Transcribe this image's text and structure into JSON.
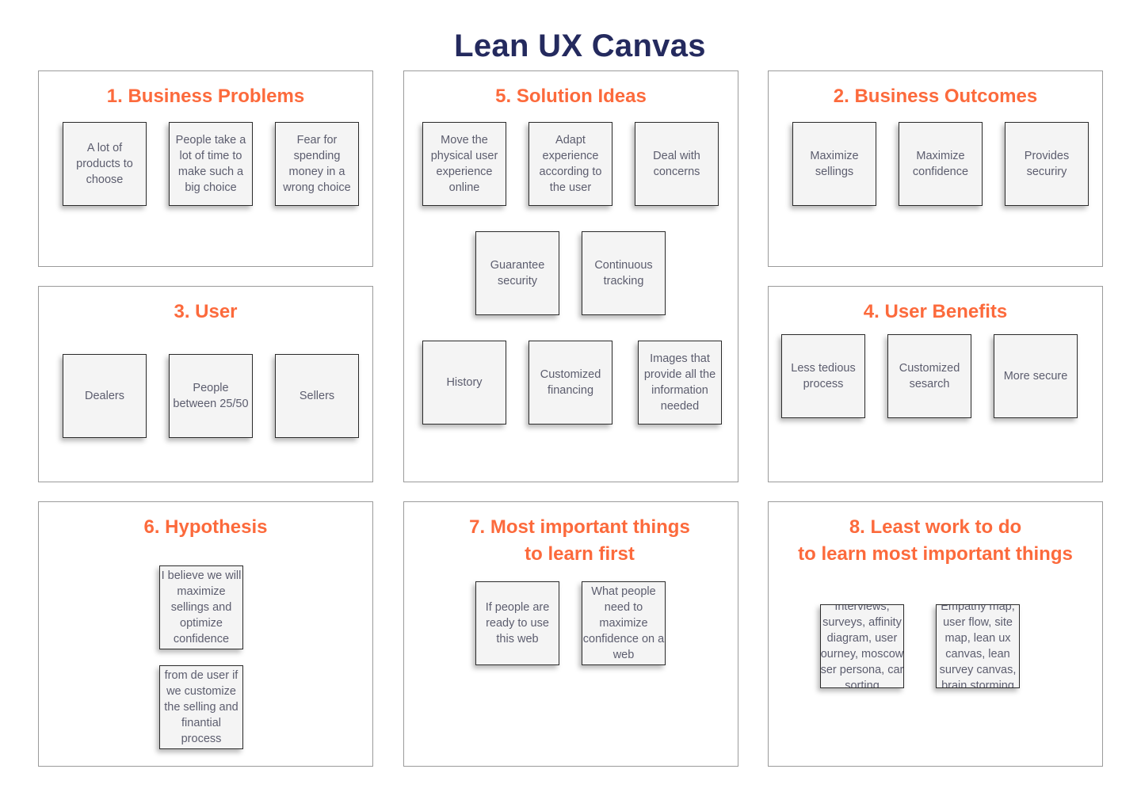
{
  "canvas": {
    "title": "Lean UX Canvas",
    "colors": {
      "title": "#242a5e",
      "section_heading": "#fc6a3c",
      "note_text": "#5c5d6e",
      "note_fill": "#f4f4f4",
      "panel_border": "#9b9b9b"
    }
  },
  "sections": {
    "business_problems": {
      "heading": "1. Business Problems",
      "notes": [
        "A lot of\nproducts to\nchoose",
        "People take a\nlot of time to\nmake such a\nbig choice",
        "Fear for\nspending\nmoney in a\nwrong choice"
      ]
    },
    "business_outcomes": {
      "heading": "2. Business Outcomes",
      "notes": [
        "Maximize\nsellings",
        "Maximize\nconfidence",
        "Provides\nsecuriry"
      ]
    },
    "user": {
      "heading": "3. User",
      "notes": [
        "Dealers",
        "People\nbetween 25/50",
        "Sellers"
      ]
    },
    "user_benefits": {
      "heading": "4. User Benefits",
      "notes": [
        "Less tedious\nprocess",
        "Customized\nsesarch",
        "More secure"
      ]
    },
    "solution_ideas": {
      "heading": "5. Solution Ideas",
      "notes": [
        "Move the\nphysical user\nexperience\nonline",
        "Adapt\nexperience\naccording to\nthe user",
        "Deal with\nconcerns",
        "Guarantee\nsecurity",
        "Continuous\ntracking",
        "History",
        "Customized\nfinancing",
        "Images that\nprovide all the\ninformation\nneeded"
      ]
    },
    "hypothesis": {
      "heading": "6. Hypothesis",
      "notes": [
        "I believe we will\nmaximize\nsellings and\noptimize\nconfidence",
        "from de user if\nwe customize\nthe selling and\nfinantial\nprocess"
      ]
    },
    "learn_first": {
      "heading": "7. Most important things\nto learn first",
      "notes": [
        "If people are\nready to use\nthis web",
        "What people\nneed to\nmaximize\nconfidence on a\nweb"
      ]
    },
    "least_work": {
      "heading": "8. Least work to do\nto learn most important things",
      "notes": [
        "Interviews,\nsurveys, affinity\ndiagram, user\njourney, moscow,\nuser persona, card\nsorting",
        "Empathy map,\nuser flow, site\nmap, lean ux\ncanvas, lean\nsurvey canvas,\nbrain storming"
      ]
    }
  }
}
